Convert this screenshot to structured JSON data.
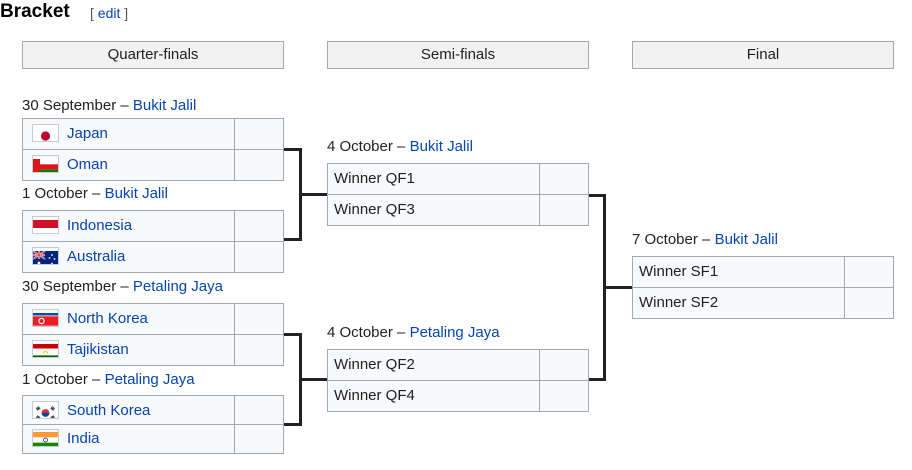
{
  "section": {
    "title": "Bracket",
    "edit_open": "[",
    "edit_label": "edit",
    "edit_close": "]"
  },
  "rounds": {
    "qf": "Quarter-finals",
    "sf": "Semi-finals",
    "final": "Final"
  },
  "dash": " – ",
  "qf1": {
    "date": "30 September",
    "venue": "Bukit Jalil",
    "team1": "Japan",
    "team2": "Oman"
  },
  "qf2": {
    "date": "1 October",
    "venue": "Bukit Jalil",
    "team1": "Indonesia",
    "team2": "Australia"
  },
  "qf3": {
    "date": "30 September",
    "venue": "Petaling Jaya",
    "team1": "North Korea",
    "team2": "Tajikistan"
  },
  "qf4": {
    "date": "1 October",
    "venue": "Petaling Jaya",
    "team1": "South Korea",
    "team2": "India"
  },
  "sf1": {
    "date": "4 October",
    "venue": "Bukit Jalil",
    "team1": "Winner QF1",
    "team2": "Winner QF3"
  },
  "sf2": {
    "date": "4 October",
    "venue": "Petaling Jaya",
    "team1": "Winner QF2",
    "team2": "Winner QF4"
  },
  "final": {
    "date": "7 October",
    "venue": "Bukit Jalil",
    "team1": "Winner SF1",
    "team2": "Winner SF2"
  },
  "flags": {
    "japan": "japan-flag-icon",
    "oman": "oman-flag-icon",
    "indonesia": "indonesia-flag-icon",
    "australia": "australia-flag-icon",
    "north_korea": "north-korea-flag-icon",
    "tajikistan": "tajikistan-flag-icon",
    "south_korea": "south-korea-flag-icon",
    "india": "india-flag-icon"
  }
}
